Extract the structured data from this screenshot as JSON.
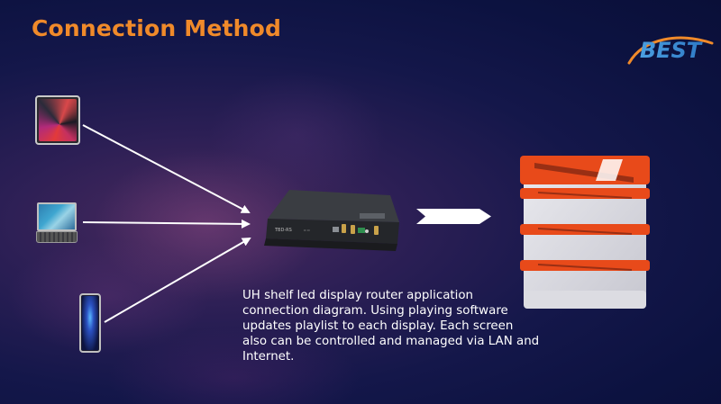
{
  "title": "Connection Method",
  "logo": {
    "text": "BEST",
    "color": "#3b8fd8"
  },
  "description": "UH shelf led display router application connection diagram. Using playing software updates playlist to each display. Each screen also can be controlled and managed via LAN and Internet.",
  "router": {
    "label": "TBD-RS"
  },
  "colors": {
    "title": "#f08a2a",
    "accent": "#e84a1a",
    "arrow": "#ffffff",
    "background": "#0c1240"
  },
  "devices": [
    "tablet-icon",
    "laptop-icon",
    "phone-icon"
  ]
}
